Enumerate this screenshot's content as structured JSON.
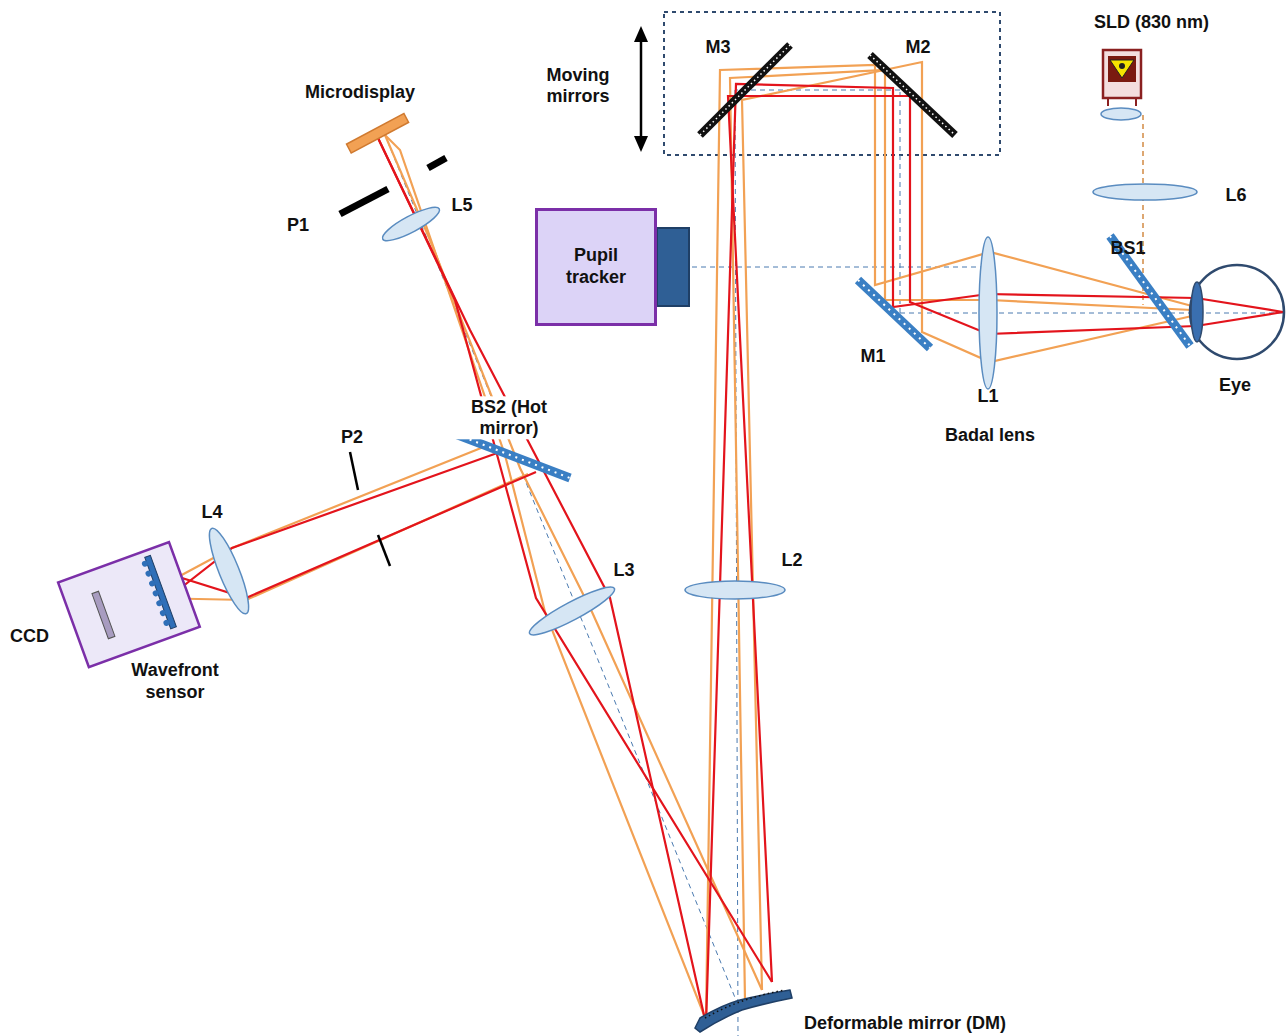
{
  "diagram": {
    "nodes": [
      {
        "text": [
          "Pupil tracker"
        ]
      },
      {
        "text": [
          "SLD (830 nm)"
        ]
      },
      {
        "text": [
          "CCD",
          "Wavefront sensor"
        ]
      }
    ],
    "labels": [
      "Moving mirrors",
      "M3",
      "M2",
      "Microdisplay",
      "L5",
      "P1",
      "L6",
      "BS1",
      "Eye",
      "M1",
      "L1",
      "Badal lens",
      "BS2 (Hot mirror)",
      "P2",
      "L4",
      "L3",
      "L2",
      "Deformable mirror (DM)"
    ]
  }
}
